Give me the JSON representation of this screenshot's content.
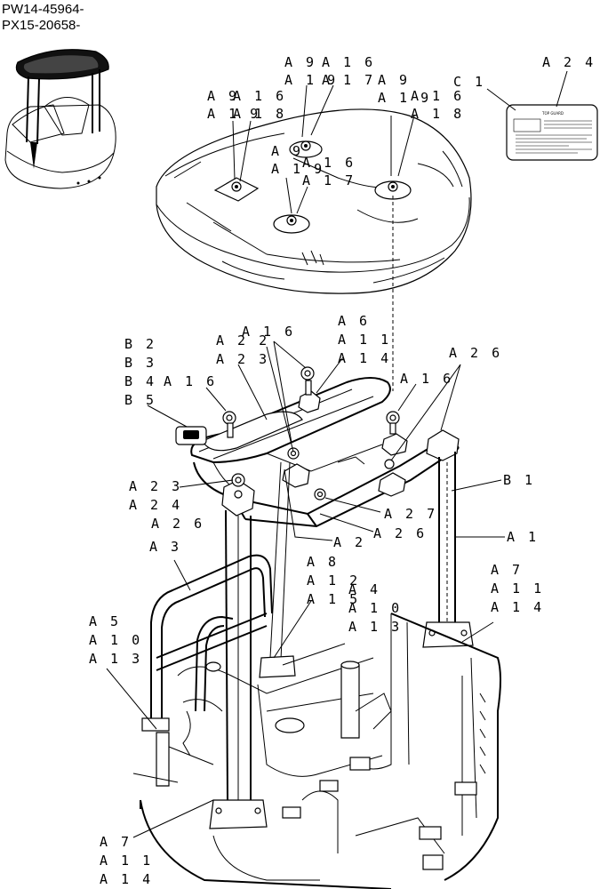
{
  "header": {
    "serial_1": "PW14-45964-",
    "serial_2": "PX15-20658-"
  },
  "decal": {
    "title": "TOP GUARD"
  },
  "callouts": [
    {
      "id": "co-a9-a19-top",
      "lines": [
        "A 9",
        "A 1 9"
      ]
    },
    {
      "id": "co-a16-a17-top",
      "lines": [
        "A 1 6",
        "A 1 7"
      ]
    },
    {
      "id": "co-a9-a19-right",
      "lines": [
        "A 9",
        "A 1 9"
      ]
    },
    {
      "id": "co-a16-a18-right",
      "lines": [
        "A 1 6",
        "A 1 8"
      ]
    },
    {
      "id": "co-a9-a19-left",
      "lines": [
        "A 9",
        "A 1 9"
      ]
    },
    {
      "id": "co-a16-a18-left",
      "lines": [
        "A 1 6",
        "A 1 8"
      ]
    },
    {
      "id": "co-a9-a19-mid",
      "lines": [
        "A 9",
        "A 1 9"
      ]
    },
    {
      "id": "co-a16-a17-mid",
      "lines": [
        "A 1 6",
        "A 1 7"
      ]
    },
    {
      "id": "co-c1",
      "lines": [
        "C 1"
      ]
    },
    {
      "id": "co-a24-top",
      "lines": [
        "A 2 4"
      ]
    },
    {
      "id": "co-b2-b5",
      "lines": [
        "B 2",
        "B 3",
        "B 4",
        "B 5"
      ]
    },
    {
      "id": "co-a16-left",
      "lines": [
        "A 1 6"
      ]
    },
    {
      "id": "co-a22-a23",
      "lines": [
        "A 2 2",
        "A 2 3"
      ]
    },
    {
      "id": "co-a16-center",
      "lines": [
        "A 1 6"
      ]
    },
    {
      "id": "co-a6-a14",
      "lines": [
        "A 6",
        "A 1 1",
        "A 1 4"
      ]
    },
    {
      "id": "co-a16-right",
      "lines": [
        "A 1 6"
      ]
    },
    {
      "id": "co-a26-top",
      "lines": [
        "A 2 6"
      ]
    },
    {
      "id": "co-b1",
      "lines": [
        "B 1"
      ]
    },
    {
      "id": "co-a23-a26",
      "lines": [
        "A 2 3",
        "A 2 4",
        "A 2 6"
      ]
    },
    {
      "id": "co-a27",
      "lines": [
        "A 2 7"
      ]
    },
    {
      "id": "co-a26-mid",
      "lines": [
        "A 2 6"
      ]
    },
    {
      "id": "co-a2",
      "lines": [
        "A 2"
      ]
    },
    {
      "id": "co-a1",
      "lines": [
        "A 1"
      ]
    },
    {
      "id": "co-a3",
      "lines": [
        "A 3"
      ]
    },
    {
      "id": "co-a8-a15",
      "lines": [
        "A 8",
        "A 1 2",
        "A 1 5"
      ]
    },
    {
      "id": "co-a4-a13",
      "lines": [
        "A 4",
        "A 1 0",
        "A 1 3"
      ]
    },
    {
      "id": "co-a7-a14-right",
      "lines": [
        "A 7",
        "A 1 1",
        "A 1 4"
      ]
    },
    {
      "id": "co-a5-a13",
      "lines": [
        "A 5",
        "A 1 0",
        "A 1 3"
      ]
    },
    {
      "id": "co-a7-a14-bottom",
      "lines": [
        "A 7",
        "A 1 1",
        "A 1 4"
      ]
    }
  ]
}
